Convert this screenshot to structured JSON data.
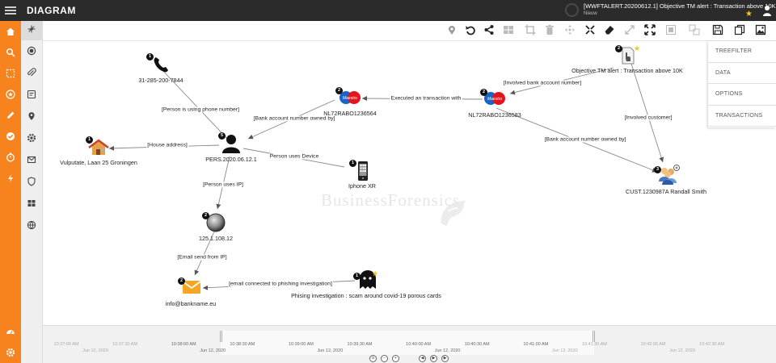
{
  "app": {
    "title": "DIAGRAM",
    "alert_title": "[WWFTALERT.20200612.1] Objective TM alert : Transaction above 10K",
    "alert_status": "Nieuw"
  },
  "side_panel": [
    "TREEFILTER",
    "DATA",
    "OPTIONS",
    "TRANSACTIONS"
  ],
  "watermark": "BusinessForensics",
  "nodes": {
    "phone": {
      "label": "31-285-200-7844",
      "badge": "1"
    },
    "bank1": {
      "label": "NL72RABO1236564",
      "badge": "2"
    },
    "bank2": {
      "label": "NL72RABO1236583",
      "badge": "2"
    },
    "alert": {
      "label": "Objective TM alert : Transaction above 10K",
      "badge": "2"
    },
    "address": {
      "label": "Vulputate, Laan 25 Groningen",
      "badge": "1"
    },
    "person": {
      "label": "PERS.2020.06.12.1",
      "badge": "5"
    },
    "device": {
      "label": "Iphone XR",
      "badge": "1"
    },
    "customer": {
      "label": "CUST.1230987A Randall Smith",
      "badge": "3"
    },
    "ip": {
      "label": "125.1.108.12",
      "badge": "2"
    },
    "email": {
      "label": "info@bankname.eu",
      "badge": "2"
    },
    "phishing": {
      "label": "Phising investigation :  scam around covid-19 porous cards",
      "badge": "1"
    }
  },
  "edges": {
    "phone_person": "[Person is using phone number]",
    "bank1_person": "[Bank account number owned by]",
    "bank2_bank1": "Executed an transaction with",
    "alert_bank2": "[Involved bank account number]",
    "alert_customer": "[Involved customer]",
    "bank2_customer": "[Bank account number owned by]",
    "person_address": "[House address]",
    "person_device": "Person uses Device",
    "person_ip": "[Person uses IP]",
    "ip_email": "[Email send from IP]",
    "phishing_email": "[email connected to phishing investigation]"
  },
  "timeline": {
    "times": [
      "10:37:00 AM",
      "10:37:30 AM",
      "10:38:00 AM",
      "10:38:30 AM",
      "10:39:00 AM",
      "10:39:30 AM",
      "10:40:00 AM",
      "10:40:30 AM",
      "10:41:00 AM",
      "10:41:30 AM",
      "10:42:00 AM",
      "10:42:30 AM"
    ],
    "dates": [
      "Jun 12, 2020",
      "Jun 12, 2020",
      "Jun 12, 2020",
      "Jun 12, 2020",
      "Jun 12, 2020",
      "Jun 12, 2020"
    ],
    "in_range_from": 2,
    "in_range_to": 8
  }
}
